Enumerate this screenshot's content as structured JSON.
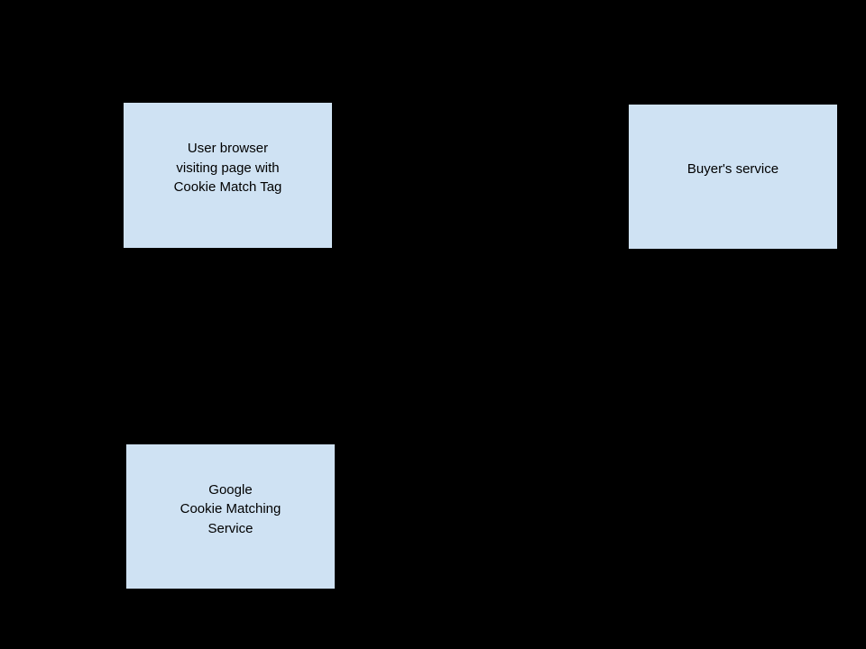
{
  "colors": {
    "background": "#000000",
    "box_fill": "#cfe2f3",
    "box_border": "#000000",
    "text": "#000000"
  },
  "nodes": [
    {
      "id": "user-browser",
      "lines": [
        "User browser",
        "visiting page with",
        "Cookie Match Tag"
      ]
    },
    {
      "id": "buyers-service",
      "lines": [
        "Buyer's service"
      ]
    },
    {
      "id": "google-cookie-matching-service",
      "lines": [
        "Google",
        "Cookie Matching",
        "Service"
      ]
    }
  ]
}
